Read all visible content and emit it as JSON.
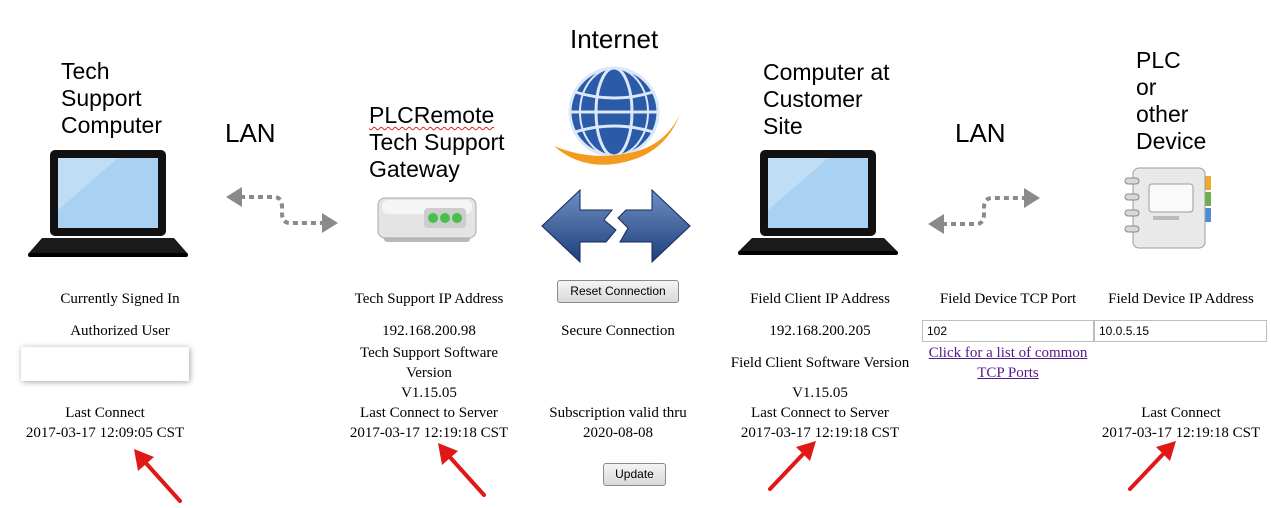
{
  "headers": {
    "tech_support_computer": [
      "Tech",
      "Support",
      "Computer"
    ],
    "lan_left": "LAN",
    "gateway_brand": "PLCRemote",
    "gateway_rest": [
      "Tech Support",
      "Gateway"
    ],
    "internet": "Internet",
    "customer_computer": [
      "Computer at",
      "Customer",
      "Site"
    ],
    "lan_right": "LAN",
    "plc": [
      "PLC",
      "or",
      "other",
      "Device"
    ]
  },
  "tech_user": {
    "signed_in_label": "Currently Signed In",
    "user_label": "Authorized User",
    "user_value": "",
    "last_connect_label": "Last Connect",
    "last_connect_value": "2017-03-17 12:09:05 CST"
  },
  "gateway": {
    "ip_label": "Tech Support IP Address",
    "ip_value": "192.168.200.98",
    "sw_label_1": "Tech Support Software",
    "sw_label_2": "Version",
    "sw_value": "V1.15.05",
    "last_connect_label": "Last Connect to Server",
    "last_connect_value": "2017-03-17 12:19:18 CST"
  },
  "internet": {
    "reset_button": "Reset Connection",
    "secure_label": "Secure Connection",
    "subscription_label": "Subscription valid thru",
    "subscription_value": "2020-08-08",
    "update_button": "Update"
  },
  "field_client": {
    "ip_label": "Field Client IP Address",
    "ip_value": "192.168.200.205",
    "sw_label": "Field Client Software Version",
    "sw_value": "V1.15.05",
    "last_connect_label": "Last Connect to Server",
    "last_connect_value": "2017-03-17 12:19:18 CST"
  },
  "field_device": {
    "port_label": "Field Device TCP Port",
    "port_value": "102",
    "ports_link_1": "Click for a list of common",
    "ports_link_2": "TCP Ports",
    "ip_label": "Field Device IP Address",
    "ip_value": "10.0.5.15",
    "last_connect_label": "Last Connect",
    "last_connect_value": "2017-03-17 12:19:18 CST"
  },
  "colors": {
    "arrow_red": "#e01818",
    "link": "#551a8b",
    "globe_blue": "#2a5aa8",
    "swoosh_orange": "#f49a1c"
  }
}
